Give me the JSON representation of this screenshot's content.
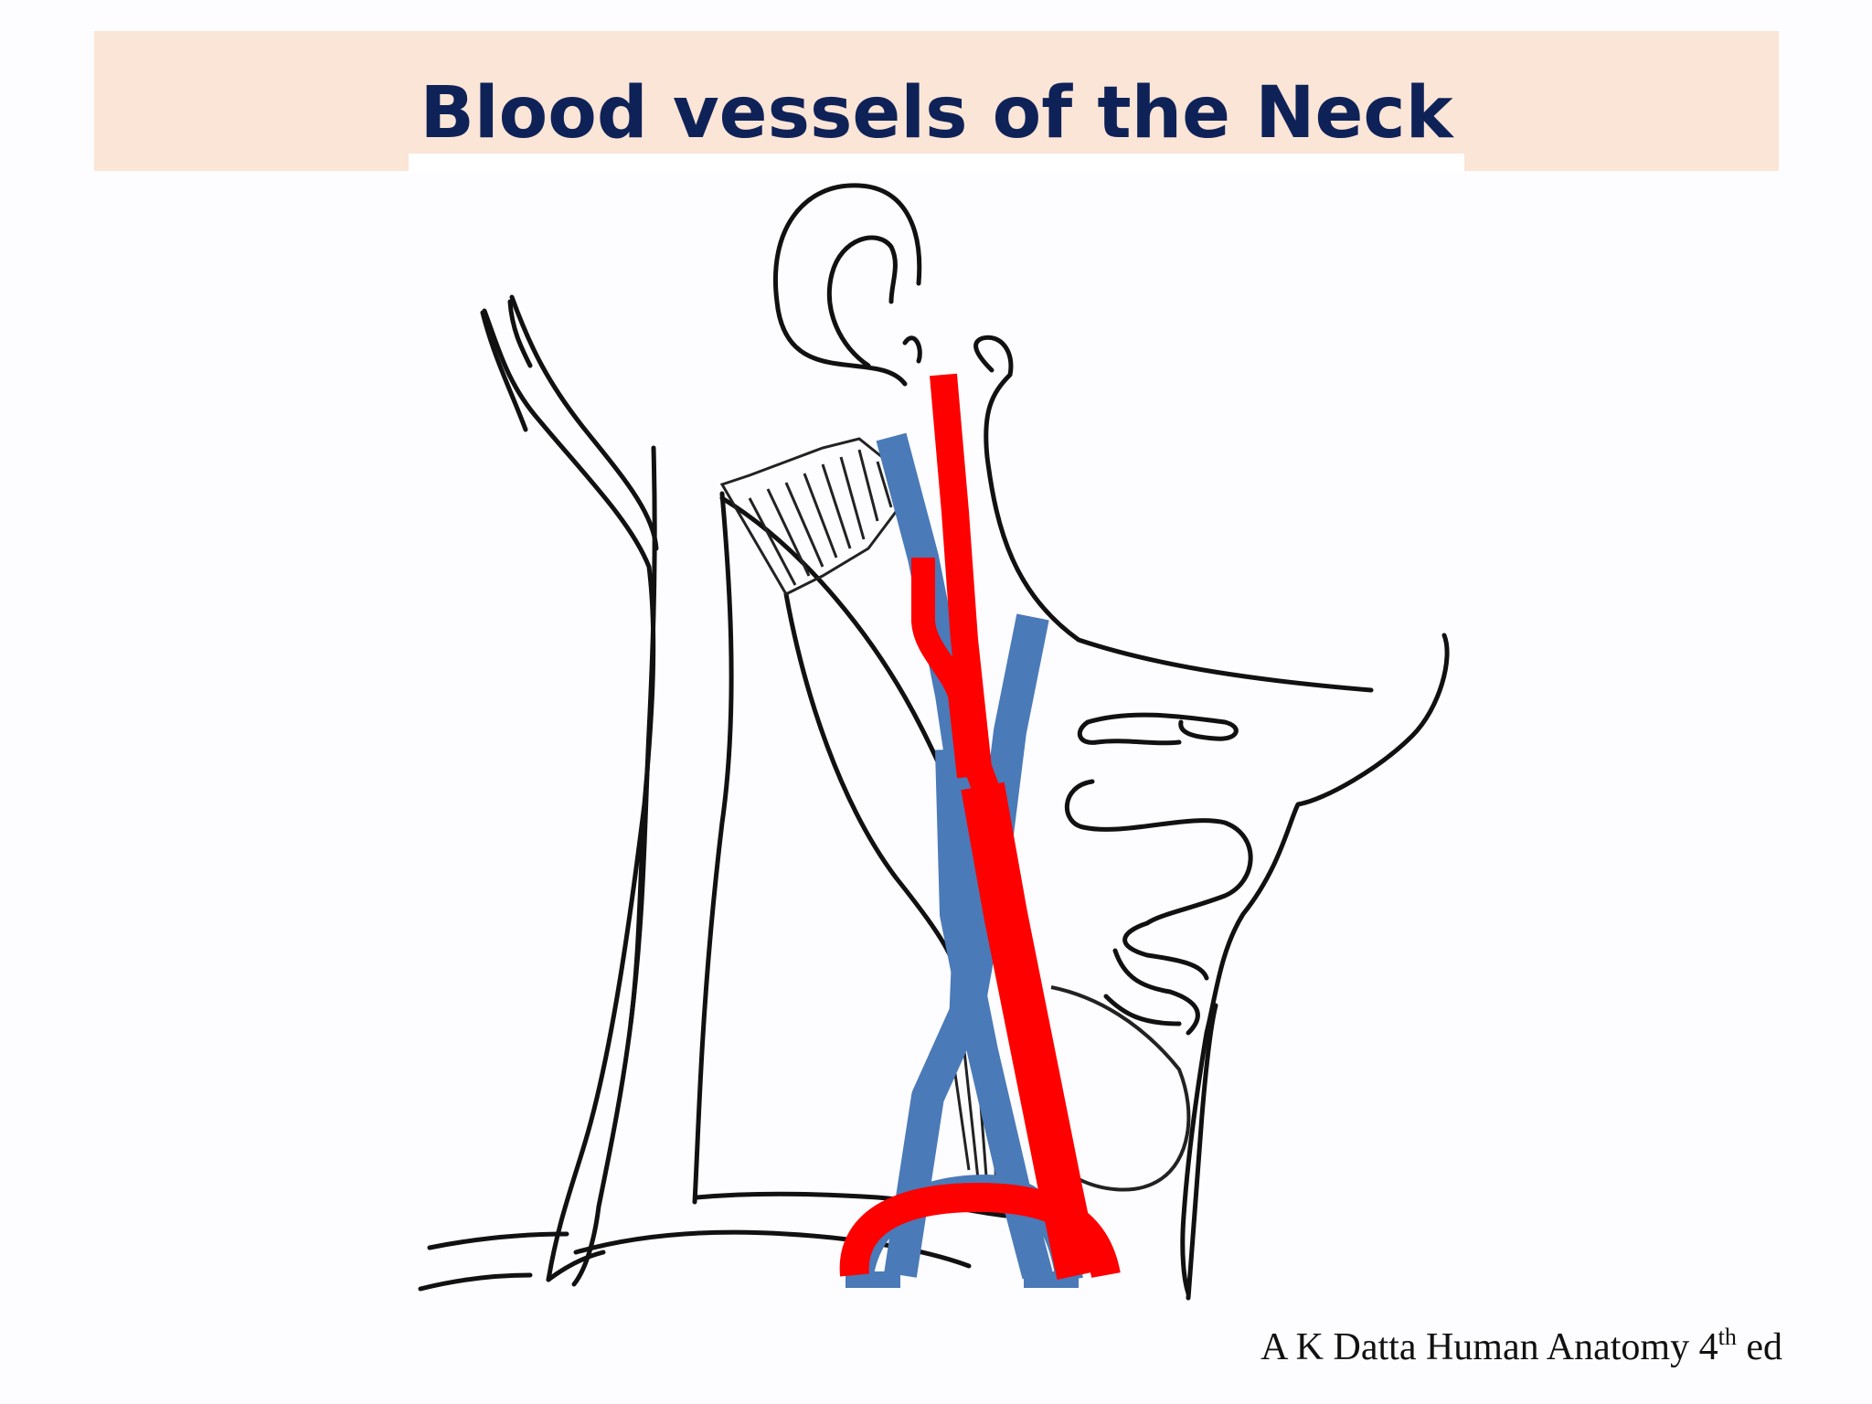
{
  "title": "Blood vessels of the Neck",
  "citation": {
    "text_before": "A K Datta  Human Anatomy 4",
    "superscript": "th",
    "text_after": " ed"
  },
  "colors": {
    "title_band": "#fbe5d6",
    "title_text": "#0f2258",
    "artery": "#ff0000",
    "vein": "#4a7ab8",
    "outline": "#111111"
  }
}
